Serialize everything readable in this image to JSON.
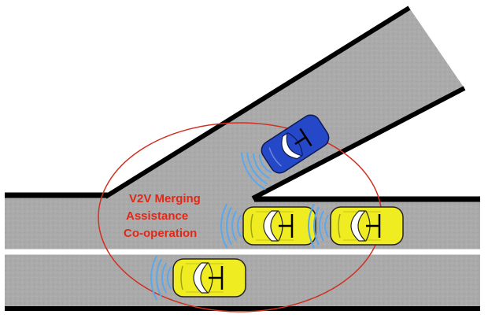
{
  "label": {
    "line1": "V2V Merging",
    "line2": "Assistance",
    "line3": "Co-operation"
  },
  "colors": {
    "road": "#aaaaaa",
    "edge": "#000000",
    "lane_divider": "#ffffff",
    "zone_outline": "#d03020",
    "label_text": "#e02818",
    "merging_car": "#2448c8",
    "main_car": "#f0ec22",
    "signal_waves": "#5aa8f0"
  }
}
